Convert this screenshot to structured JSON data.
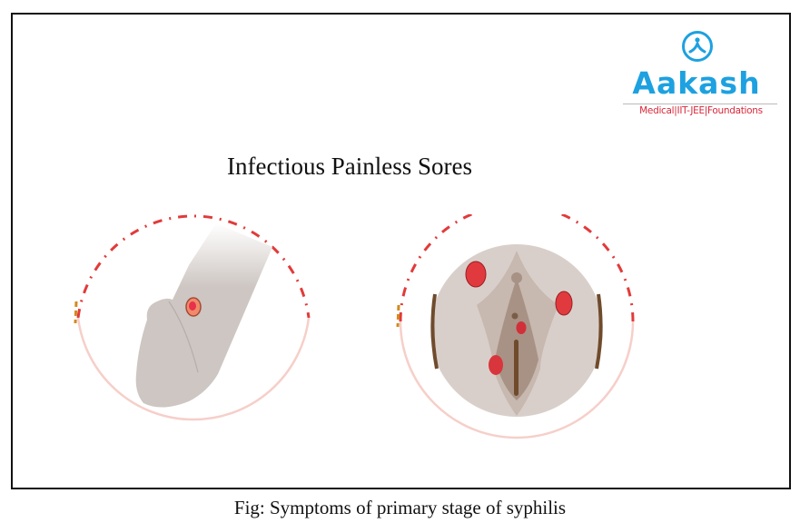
{
  "logo": {
    "brand": "Aakash",
    "tagline": "Medical|IIT-JEE|Foundations",
    "brand_color": "#1da1e0",
    "tagline_color": "#d8283a"
  },
  "figure": {
    "heading": "Infectious Painless Sores",
    "caption": "Fig: Symptoms of primary stage of syphilis",
    "panels": [
      {
        "name": "male-illustration",
        "sores": 1,
        "skin_color": "#cdc6c2",
        "sore_color": "#e8453c"
      },
      {
        "name": "female-illustration",
        "sores": 4,
        "skin_color": "#d9cfca",
        "sore_color": "#e03a3f"
      }
    ],
    "ring_colors": {
      "dash": "#e23a3a",
      "accent": "#d38a1e",
      "solid": "#f6cfc9"
    }
  }
}
